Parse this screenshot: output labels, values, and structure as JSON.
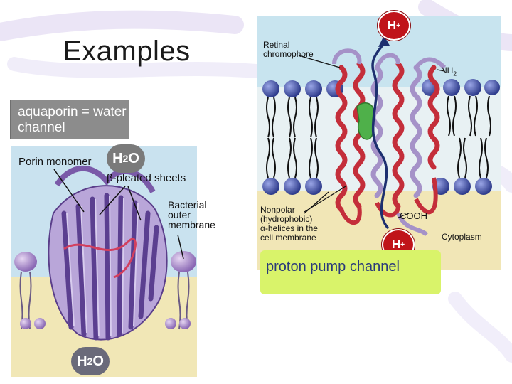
{
  "slide": {
    "title": "Examples",
    "aquaporin_label": "aquaporin = water channel",
    "porin_monomer": "Porin monomer",
    "h2o_top": {
      "main": "H",
      "sub": "2",
      "tail": "O"
    },
    "beta_sheets": {
      "symbol": "β",
      "text": "-pleated sheets"
    },
    "bacterial_membrane": "Bacterial outer membrane",
    "h2o_bottom": {
      "main": "H",
      "sub": "2",
      "tail": "O"
    },
    "retinal": "Retinal chromophore",
    "hplus_top": {
      "main": "H",
      "sup": "+"
    },
    "nh2": {
      "main": "NH",
      "sub": "2"
    },
    "nonpolar": {
      "line1": "Nonpolar",
      "line2": "(hydrophobic)",
      "symbol": "α",
      "line3": "-helices in the",
      "line4": "cell membrane"
    },
    "cooh": "COOH",
    "hplus_bottom": {
      "main": "H",
      "sup": "+"
    },
    "cytoplasm": "Cytoplasm",
    "proton_pump": "proton pump channel"
  },
  "colors": {
    "background": "#ffffff",
    "aquaporin_box": "#8c8c8c",
    "proton_box": "#d9f36a",
    "hplus_badge": "#c0141a",
    "membrane_head": "#3f4fa0",
    "helix_red": "#c42e3a",
    "helix_lavender": "#a592c8",
    "retinal_green": "#4fb04a",
    "porin_purple": "#7a5aa8"
  }
}
